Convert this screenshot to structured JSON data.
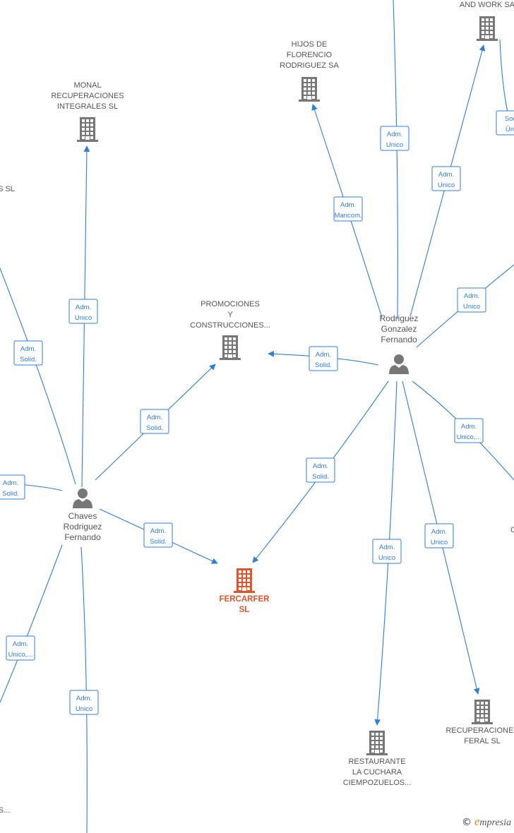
{
  "colors": {
    "edge": "#2f7ed8",
    "company": "#777777",
    "main_company": "#e0552a",
    "person": "#777777"
  },
  "nodes": [
    {
      "id": "fercarfer",
      "type": "company",
      "main": true,
      "lines": [
        "FERCARFER",
        "SL"
      ]
    },
    {
      "id": "chaves",
      "type": "person",
      "lines": [
        "Chaves",
        "Rodriguez",
        "Fernando"
      ]
    },
    {
      "id": "rodriguez",
      "type": "person",
      "lines": [
        "Rodriguez",
        "Gonzalez",
        "Fernando"
      ]
    },
    {
      "id": "monal",
      "type": "company",
      "lines": [
        "MONAL",
        "RECUPERACIONES",
        "INTEGRALES SL"
      ]
    },
    {
      "id": "promociones",
      "type": "company",
      "lines": [
        "PROMOCIONES",
        "Y",
        "CONSTRUCCIONES..."
      ]
    },
    {
      "id": "hijos",
      "type": "company",
      "lines": [
        "HIJOS DE",
        "FLORENCIO",
        "RODRIGUEZ SA"
      ]
    },
    {
      "id": "andwork",
      "type": "company",
      "lines": [
        "AND WORK SA"
      ]
    },
    {
      "id": "restaurante",
      "type": "company",
      "lines": [
        "RESTAURANTE",
        "LA CUCHARA",
        "CIEMPOZUELOS..."
      ]
    },
    {
      "id": "feral",
      "type": "company",
      "lines": [
        "RECUPERACIONES",
        "FERAL  SL"
      ]
    },
    {
      "id": "cut_sl",
      "type": "text",
      "lines": [
        "S SL"
      ]
    },
    {
      "id": "cut_bottom",
      "type": "text",
      "lines": [
        "S..."
      ]
    },
    {
      "id": "cut_right",
      "type": "text",
      "lines": [
        "C"
      ]
    }
  ],
  "edges": [
    {
      "id": "e1",
      "lines": [
        "Adm.",
        "Unico"
      ]
    },
    {
      "id": "e2",
      "lines": [
        "Adm.",
        "Solid."
      ]
    },
    {
      "id": "e3",
      "lines": [
        "Adm.",
        "Solid."
      ]
    },
    {
      "id": "e4",
      "lines": [
        "Adm.",
        "Solid."
      ]
    },
    {
      "id": "e5",
      "lines": [
        "Adm.",
        "Solid."
      ]
    },
    {
      "id": "e6",
      "lines": [
        "Adm.",
        "Unico,..."
      ]
    },
    {
      "id": "e7",
      "lines": [
        "Adm.",
        "Unico"
      ]
    },
    {
      "id": "e8",
      "lines": [
        "Adm.",
        "Unico"
      ]
    },
    {
      "id": "e9",
      "lines": [
        "Adm.",
        "Mancom."
      ]
    },
    {
      "id": "e10",
      "lines": [
        "Adm.",
        "Unico"
      ]
    },
    {
      "id": "e11",
      "lines": [
        "Soc",
        "Úni"
      ]
    },
    {
      "id": "e12",
      "lines": [
        "Adm.",
        "Unico"
      ]
    },
    {
      "id": "e13",
      "lines": [
        "Adm.",
        "Solid."
      ]
    },
    {
      "id": "e14",
      "lines": [
        "Adm.",
        "Unico,..."
      ]
    },
    {
      "id": "e15",
      "lines": [
        "Adm.",
        "Solid."
      ]
    },
    {
      "id": "e16",
      "lines": [
        "Adm.",
        "Unico"
      ]
    },
    {
      "id": "e17",
      "lines": [
        "Adm.",
        "Unico"
      ]
    }
  ],
  "watermark": {
    "copyright": "©",
    "brand_initial": "e",
    "brand_rest": "mpresia"
  }
}
